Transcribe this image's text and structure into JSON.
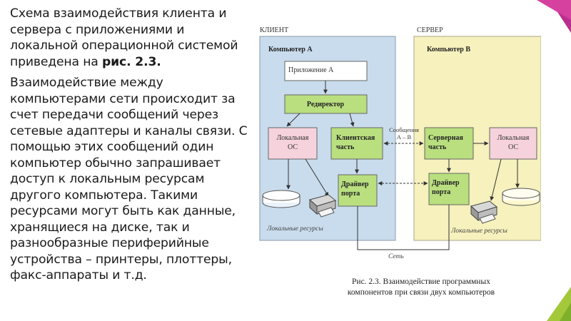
{
  "text": {
    "p1_plain": "Схема взаимодействия клиента и сервера с приложениями и локальной операционной системой приведена на ",
    "p1_ref": "рис. 2.3.",
    "p2": "Взаимодействие между компьютерами сети происходит за счет передачи сообщений через сетевые адаптеры и каналы связи. С помощью этих сообщений один компьютер обычно запрашивает доступ к локальным ресурсам другого компьютера. Такими ресурсами могут быть как данные, хранящиеся на диске, так и разнообразные периферийные устройства – принтеры, плоттеры, факс-аппараты и т.д."
  },
  "diagram": {
    "client_label": "КЛИЕНТ",
    "server_label": "СЕРВЕР",
    "computer_a": "Компьютер А",
    "computer_b": "Компьютер В",
    "app_a": "Приложение А",
    "redirector": "Редиректор",
    "local_os_client_l1": "Локальная",
    "local_os_client_l2": "ОС",
    "client_part_l1": "Клиентская",
    "client_part_l2": "часть",
    "messages_l1": "Сообщения",
    "messages_l2": "А – В",
    "server_part_l1": "Серверная",
    "server_part_l2": "часть",
    "local_os_server_l1": "Локальная",
    "local_os_server_l2": "ОС",
    "driver_client_l1": "Драйвер",
    "driver_client_l2": "порта",
    "driver_server_l1": "Драйвер",
    "driver_server_l2": "порта",
    "local_resources_client": "Локальные ресурсы",
    "local_resources_server": "Локальные ресурсы",
    "network": "Сеть",
    "colors": {
      "client_bg": "#c9dced",
      "server_bg": "#f6f1bd",
      "green_box": "#b9df7f",
      "pink_box": "#f6d2dc",
      "border": "#666666"
    }
  },
  "caption": {
    "line1": "Рис. 2.3. Взаимодействие программных",
    "line2": "компонентов при связи двух компьютеров"
  }
}
